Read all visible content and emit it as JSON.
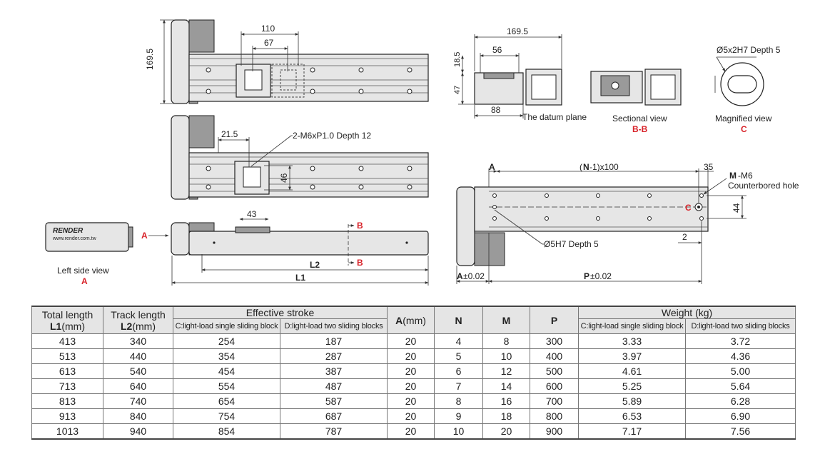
{
  "dims": {
    "height_169_5": "169.5",
    "d110": "110",
    "d67": "67",
    "d21_5": "21.5",
    "tap": "2-M6xP1.0 Depth 12",
    "d46": "46",
    "d43": "43",
    "L2": "L2",
    "L1": "L1",
    "B": "B",
    "A": "A",
    "width_169_5": "169.5",
    "d56": "56",
    "d18_5": "18.5",
    "d47": "47",
    "d88": "88",
    "pin_hole": "Ø5x2H7 Depth 5",
    "pitch_label_N": "N",
    "pitch_label_rest": "-1)x100",
    "pitch_open": "(",
    "d35": "35",
    "M": "M",
    "M6": "-M6",
    "counterbored": "Counterbored hole",
    "C": "C",
    "d44": "44",
    "d2": "2",
    "h5h7": "Ø5H7 Depth 5",
    "A_tol": "±0.02",
    "P": "P",
    "P_tol": "±0.02"
  },
  "labels": {
    "datum_plane": "The datum plane",
    "sectional_view": "Sectional view",
    "sectional_tag": "B-B",
    "magnified_view": "Magnified view",
    "magnified_tag": "C",
    "left_side_view": "Left side view",
    "left_side_tag": "A",
    "brand": "RENDER",
    "website": "www.render.com.tw"
  },
  "table": {
    "headers": {
      "total_length": "Total length",
      "l1_bold": "L1",
      "l1_unit": "(mm)",
      "track_length": "Track length",
      "l2_bold": "L2",
      "l2_unit": "(mm)",
      "effective_stroke": "Effective stroke",
      "stroke_c": "C:light-load single sliding block",
      "stroke_d": "D:light-load two sliding blocks",
      "a_bold": "A",
      "a_unit": "(mm)",
      "n": "N",
      "m": "M",
      "p": "P",
      "weight": "Weight (kg)",
      "weight_c": "C:light-load single sliding block",
      "weight_d": "D:light-load two sliding blocks"
    },
    "rows": [
      [
        "413",
        "340",
        "254",
        "187",
        "20",
        "4",
        "8",
        "300",
        "3.33",
        "3.72"
      ],
      [
        "513",
        "440",
        "354",
        "287",
        "20",
        "5",
        "10",
        "400",
        "3.97",
        "4.36"
      ],
      [
        "613",
        "540",
        "454",
        "387",
        "20",
        "6",
        "12",
        "500",
        "4.61",
        "5.00"
      ],
      [
        "713",
        "640",
        "554",
        "487",
        "20",
        "7",
        "14",
        "600",
        "5.25",
        "5.64"
      ],
      [
        "813",
        "740",
        "654",
        "587",
        "20",
        "8",
        "16",
        "700",
        "5.89",
        "6.28"
      ],
      [
        "913",
        "840",
        "754",
        "687",
        "20",
        "9",
        "18",
        "800",
        "6.53",
        "6.90"
      ],
      [
        "1013",
        "940",
        "854",
        "787",
        "20",
        "10",
        "20",
        "900",
        "7.17",
        "7.56"
      ]
    ]
  }
}
